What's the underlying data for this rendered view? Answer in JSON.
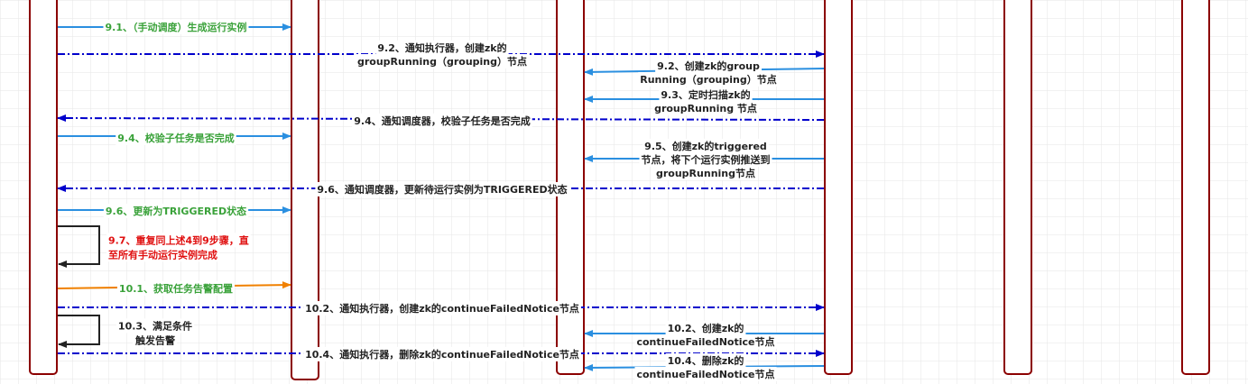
{
  "colors": {
    "lifeline": "#8b0000",
    "blue_solid": "#2a8fe0",
    "blue_dash": "#0000cc",
    "green_text": "#3aa23a",
    "red_text": "#e01010",
    "orange": "#f08000",
    "dark": "#222222",
    "grid": "#e4e4e4"
  },
  "messages": [
    {
      "id": "m9-1",
      "text": [
        "9.1、（手动调度）生成运行实例"
      ]
    },
    {
      "id": "m9-2a",
      "text": [
        "9.2、通知执行器，创建zk的",
        "groupRunning（grouping）节点"
      ]
    },
    {
      "id": "m9-2b",
      "text": [
        "9.2、创建zk的group",
        "Running（grouping）节点"
      ]
    },
    {
      "id": "m9-3",
      "text": [
        "9.3、定时扫描zk的",
        "groupRunning 节点"
      ]
    },
    {
      "id": "m9-4a",
      "text": [
        "9.4、通知调度器，校验子任务是否完成"
      ]
    },
    {
      "id": "m9-4b",
      "text": [
        "9.4、校验子任务是否完成"
      ]
    },
    {
      "id": "m9-5",
      "text": [
        "9.5、创建zk的triggered",
        "节点，将下个运行实例推送到",
        "groupRunning节点"
      ]
    },
    {
      "id": "m9-6a",
      "text": [
        "9.6、通知调度器，更新待运行实例为TRIGGERED状态"
      ]
    },
    {
      "id": "m9-6b",
      "text": [
        "9.6、更新为TRIGGERED状态"
      ]
    },
    {
      "id": "m9-7",
      "text": [
        "9.7、重复同上述4到9步骤，直",
        "至所有手动运行实例完成"
      ]
    },
    {
      "id": "m10-1",
      "text": [
        "10.1、获取任务告警配置"
      ]
    },
    {
      "id": "m10-2a",
      "text": [
        "10.2、通知执行器，创建zk的continueFailedNotice节点"
      ]
    },
    {
      "id": "m10-3",
      "text": [
        "10.3、满足条件",
        "触发告警"
      ]
    },
    {
      "id": "m10-2b",
      "text": [
        "10.2、创建zk的",
        "continueFailedNotice节点"
      ]
    },
    {
      "id": "m10-4a",
      "text": [
        "10.4、通知执行器，删除zk的continueFailedNotice节点"
      ]
    },
    {
      "id": "m10-4b",
      "text": [
        "10.4、删除zk的",
        "continueFailedNotice节点"
      ]
    }
  ]
}
